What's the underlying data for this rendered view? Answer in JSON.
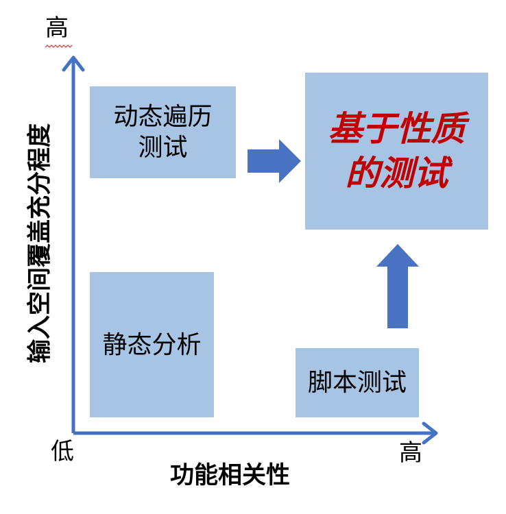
{
  "axes": {
    "y_title": "输入空间覆盖充分程度",
    "x_title": "功能相关性",
    "y_high": "高",
    "origin_low": "低",
    "x_high": "高",
    "axis_color": "#4472c4"
  },
  "quadrants": {
    "dynamic": {
      "line1": "动态遍历",
      "line2": "测试"
    },
    "static": {
      "line1": "静态分析"
    },
    "script": {
      "line1": "脚本测试"
    },
    "property": {
      "line1": "基于性质",
      "line2": "的测试"
    }
  },
  "colors": {
    "box_fill": "#a7c4e5",
    "arrow_fill": "#4a72c2",
    "highlight_text": "#c00000"
  },
  "arrows": [
    {
      "from": "dynamic",
      "to": "property",
      "icon": "arrow-right-icon"
    },
    {
      "from": "script",
      "to": "property",
      "icon": "arrow-up-icon"
    }
  ]
}
